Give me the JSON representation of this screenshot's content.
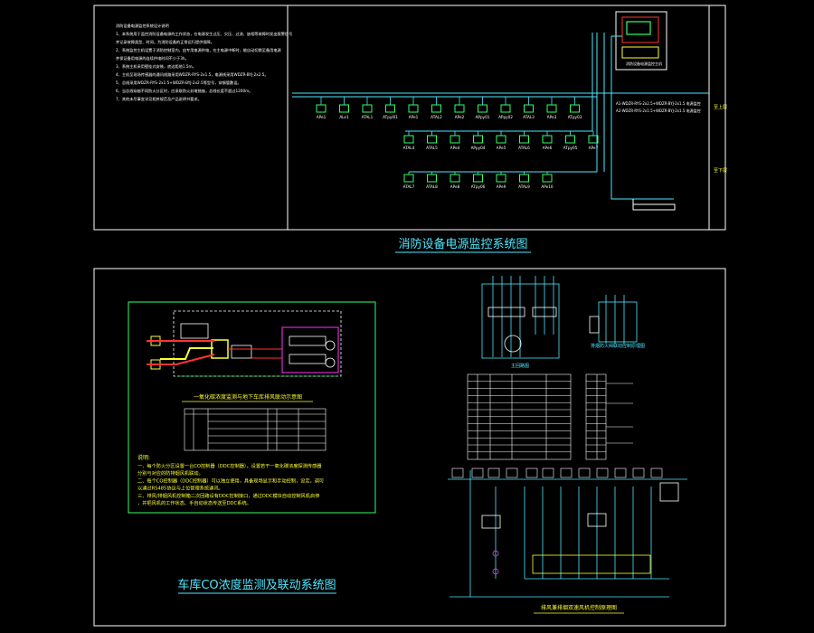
{
  "titles": {
    "power_monitoring": "消防设备电源监控系统图",
    "co_monitoring": "车库CO浓度监测及联动系统图"
  },
  "sub_captions": {
    "co_detail": "一氧化碳浓度监测与地下车库排风联动示意图",
    "notes_heading": "说明:",
    "notes": [
      "一、每个防火分区设置一台CO控制器（DDC控制器），设置若干一氧化碳浓度探测传感器",
      "分别与对应的防排烟风机联动。",
      "二、每个CO控制器（DDC控制器）可以独立使用，具备现场显示和手动控制，设定，调可",
      "以通过RS485协议与上位管理系统通讯。",
      "三、排风/排烟风机控制箱二次回路设有DDC控制接口，通过DDC模块自动控制风机启停",
      "，并把风机的工作状态、手自动状态传送至DDC系统。"
    ],
    "fan_control": "排风兼排烟双速风机控制原理图",
    "main_circuit": "主回路图",
    "small_diagram": "排烟防火阀联动控制原理图"
  },
  "power_monitoring": {
    "row1_labels": [
      "APe1",
      "ALe1",
      "ATAL1",
      "ATpyl01",
      "APe1",
      "ATAL2",
      "APe2",
      "APpy01",
      "APpy02",
      "ATAL3",
      "APe3",
      "ATpy03"
    ],
    "row2_labels": [
      "ATAL4",
      "ATAL5",
      "APe4",
      "APpy04",
      "APe5",
      "ATAL6",
      "APe6",
      "ATpy05",
      "APe7"
    ],
    "row3_labels": [
      "ATAL7",
      "ATAL8",
      "APe8",
      "ATpy06",
      "APe9",
      "ATAL9",
      "APe10"
    ],
    "bus_annotations": [
      "A1-WDZR-RYS-2x2.5+WDZR-BYJ-2x1.5 电源监控",
      "A2-WDZR-RYS-2x1.5+WDZR-BYJ-2x1.5 电源监控"
    ],
    "host_label": "消防设备电源监控主机",
    "side_labels": [
      "至上层",
      "至下层"
    ],
    "notes": [
      "消防设备电源监控系统设计说明",
      "1、本系统用于监控消防设备电源的工作状态，在电源发生过压、欠压、过流、缺相等故障时发出报警信号",
      "   并记录故障类型、时间，为消防设备的正常运行提供保障。",
      "2、系统监控主机设置于消防控制室内，由专用电源供电，在主电源中断时，能自动切换至备用电源",
      "   并保证备用电源的连续供电时间不少于3h。",
      "3、系统主机采用壁挂式安装，底边距地1.5m。",
      "4、主机至现场传感器的通讯线路采用WDZR-RYS-2x1.5，电源线采用WDZR-BYJ-2x2.5。",
      "5、总线采用WDZR-RYS-2x1.5+WDZR-BYJ-2x2.5等型号，穿钢管敷设。",
      "6、当总线穿越不同防火分区时，应采取防火封堵措施，总线长度不超过1200m。",
      "7、其他未尽事宜详见相关规范及产品说明书要求。"
    ]
  },
  "colors": {
    "border": "#ffffff",
    "line_cyan": "#4de8ff",
    "line_green": "#33ff66",
    "line_yellow": "#ffff33",
    "line_red": "#ff3333",
    "line_magenta": "#ff33ff"
  }
}
